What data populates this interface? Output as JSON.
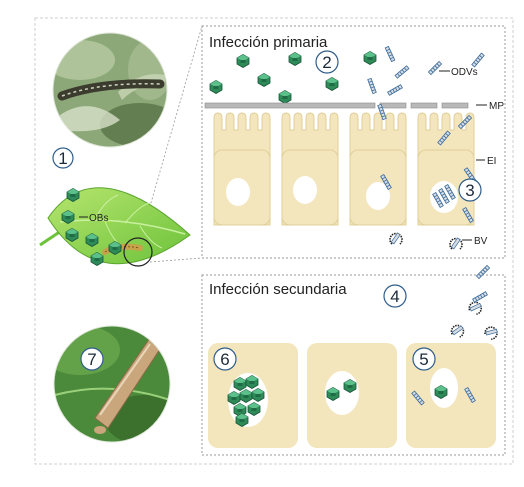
{
  "panels": {
    "primary_title": "Infección primaria",
    "secondary_title": "Infección secundaria"
  },
  "labels": {
    "odvs": "ODVs",
    "mp": "MP",
    "ei": "EI",
    "bv": "BV",
    "obs": "OBs"
  },
  "step_numbers": [
    "1",
    "2",
    "3",
    "4",
    "5",
    "6",
    "7"
  ],
  "colors": {
    "cell_fill": "#f3e6bd",
    "cell_stroke": "#e0cf98",
    "leaf_green": "#8fd14f",
    "ob_green": "#2e8b57",
    "virion_blue": "#3a6a9a",
    "membrane_gray": "#b9b9b9",
    "circle_stroke": "#2f5d8a"
  },
  "icons": {
    "caterpillar_photo": "caterpillar-on-plant-photo",
    "infected_larva_photo": "infected-larva-on-leaf-photo",
    "occlusion_body": "occlusion-body-icon",
    "virion": "virion-rod-icon"
  }
}
